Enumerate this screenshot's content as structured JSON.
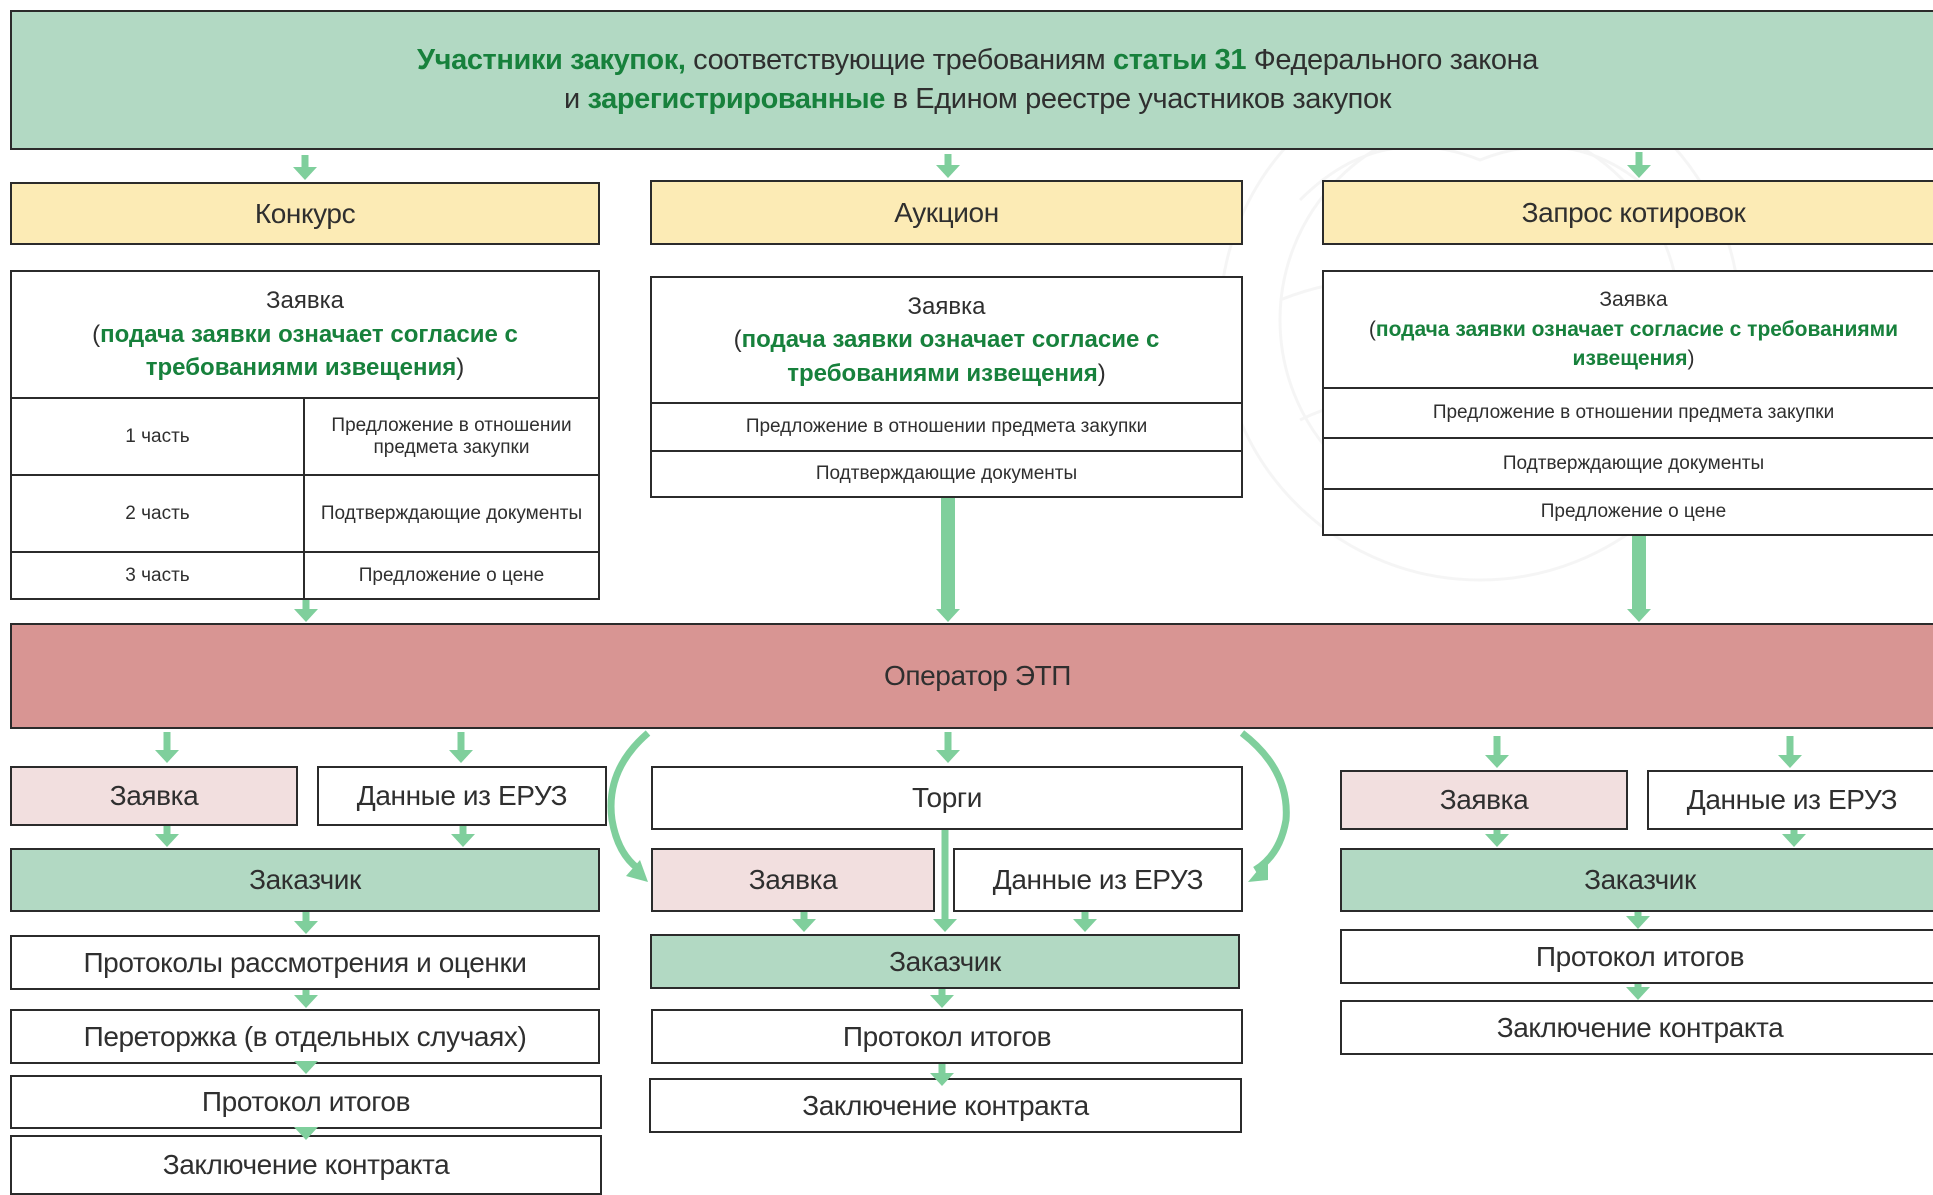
{
  "header": {
    "line1": [
      "Участники закупок,",
      " соответствующие требованиям ",
      "статьи 31",
      " Федерального закона"
    ],
    "line2": [
      "и ",
      "зарегистрированные",
      " в Едином реестре участников закупок"
    ]
  },
  "columns": {
    "konkurs": {
      "title": "Конкурс",
      "app_title": "Заявка",
      "app_note_open": "(",
      "app_note": "подача заявки означает согласие с требованиями извещения",
      "app_note_close": ")",
      "rows": [
        {
          "part": "1 часть",
          "text": "Предложение в отношении предмета закупки"
        },
        {
          "part": "2 часть",
          "text": "Подтверждающие документы"
        },
        {
          "part": "3 часть",
          "text": "Предложение о цене"
        }
      ],
      "flow": {
        "zayavka": "Заявка",
        "eruz": "Данные из ЕРУЗ",
        "customer": "Заказчик",
        "steps": [
          "Протоколы рассмотрения и оценки",
          "Переторжка (в отдельных случаях)",
          "Протокол итогов",
          "Заключение контракта"
        ]
      }
    },
    "auction": {
      "title": "Аукцион",
      "app_title": "Заявка",
      "app_note_open": "(",
      "app_note": "подача заявки означает согласие с требованиями извещения",
      "app_note_close": ")",
      "rows": [
        "Предложение в отношении предмета закупки",
        "Подтверждающие документы"
      ],
      "flow": {
        "torgi": "Торги",
        "zayavka": "Заявка",
        "eruz": "Данные из ЕРУЗ",
        "customer": "Заказчик",
        "steps": [
          "Протокол итогов",
          "Заключение контракта"
        ]
      }
    },
    "quotes": {
      "title": "Запрос котировок",
      "app_title": "Заявка",
      "app_note_open": "(",
      "app_note": "подача заявки означает согласие с требованиями извещения",
      "app_note_close": ")",
      "rows": [
        "Предложение в отношении предмета закупки",
        "Подтверждающие документы",
        "Предложение о цене"
      ],
      "flow": {
        "zayavka": "Заявка",
        "eruz": "Данные из ЕРУЗ",
        "customer": "Заказчик",
        "steps": [
          "Протокол итогов",
          "Заключение контракта"
        ]
      }
    }
  },
  "operator": "Оператор ЭТП",
  "colors": {
    "green": "#b2d9c3",
    "yellow": "#fcebb5",
    "pink": "#f2dfdf",
    "red": "#d89593",
    "arrow": "#7fcf9c",
    "highlight": "#17813c"
  }
}
